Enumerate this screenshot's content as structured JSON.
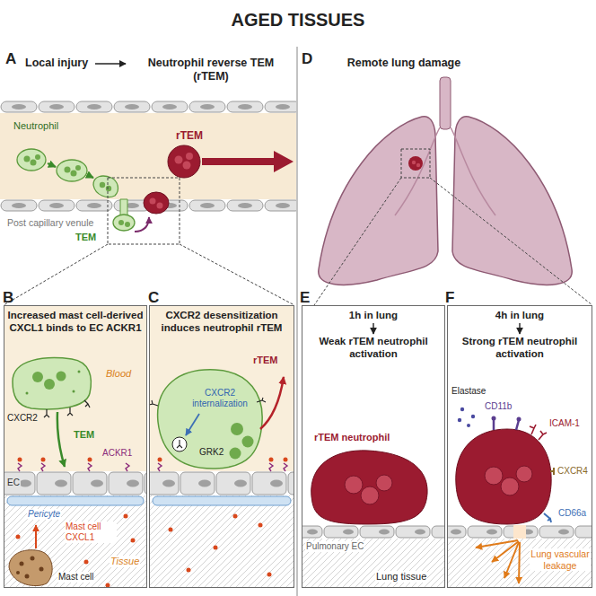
{
  "diagram": {
    "title": "AGED TISSUES",
    "nodes": [
      {
        "text": [
          "B",
          "Increased mast cell-derived CXCL1 binds to EC ACKR1",
          "CXCR2",
          "Blood",
          "TEM",
          "EC",
          "ACKR1",
          "Pericyte",
          "Mast cell CXCL1",
          "Mast cell",
          "Tissue"
        ]
      },
      {
        "text": [
          "C",
          "CXCR2 desensitization induces neutrophil rTEM",
          "CXCR2 internalization",
          "GRK2",
          "rTEM"
        ]
      },
      {
        "text": [
          "E",
          "1h in lung",
          "Weak rTEM neutrophil activation",
          "rTEM neutrophil",
          "Pulmonary EC",
          "Lung tissue"
        ]
      },
      {
        "text": [
          "F",
          "4h in lung",
          "Strong rTEM neutrophil activation",
          "CD11b",
          "Elastase",
          "ICAM-1",
          "CXCR4",
          "CD66a",
          "Lung vascular leakage"
        ]
      }
    ],
    "labels": [
      "A",
      "Local injury",
      "Neutrophil reverse TEM (rTEM)",
      "Neutrophil",
      "TEM",
      "rTEM",
      "Post capillary venule",
      "D",
      "Remote lung damage"
    ]
  }
}
